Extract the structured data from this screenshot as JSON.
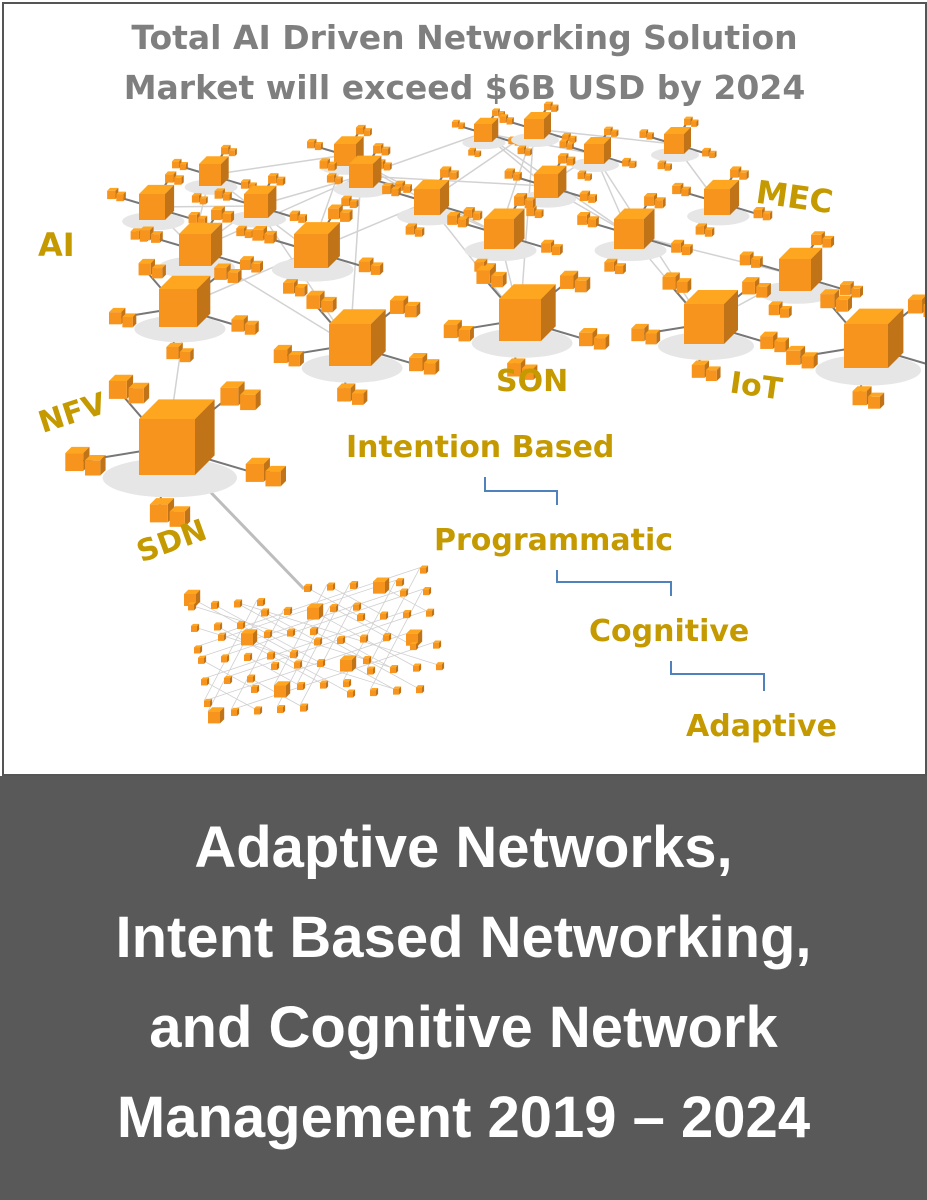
{
  "headline": {
    "line1": "Total AI Driven Networking Solution",
    "line2": "Market will exceed $6B USD by 2024"
  },
  "tags": {
    "ai": "AI",
    "mec": "MEC",
    "nfv": "NFV",
    "son": "SON",
    "iot": "IoT",
    "sdn": "SDN"
  },
  "stages": [
    "Intention Based",
    "Programmatic",
    "Cognitive",
    "Adaptive"
  ],
  "title": {
    "line1": "Adaptive Networks,",
    "line2": "Intent Based Networking,",
    "line3": "and Cognitive Network",
    "line4": "Management 2019 – 2024"
  },
  "colors": {
    "accent_gold": "#c49a00",
    "headline_gray": "#7f7f7f",
    "node_orange": "#f7941d",
    "connector_blue": "#4f81bd",
    "footer_bg": "#595959",
    "title_white": "#ffffff"
  },
  "icons": [
    "network-node-cube-icon",
    "network-cluster-icon"
  ]
}
